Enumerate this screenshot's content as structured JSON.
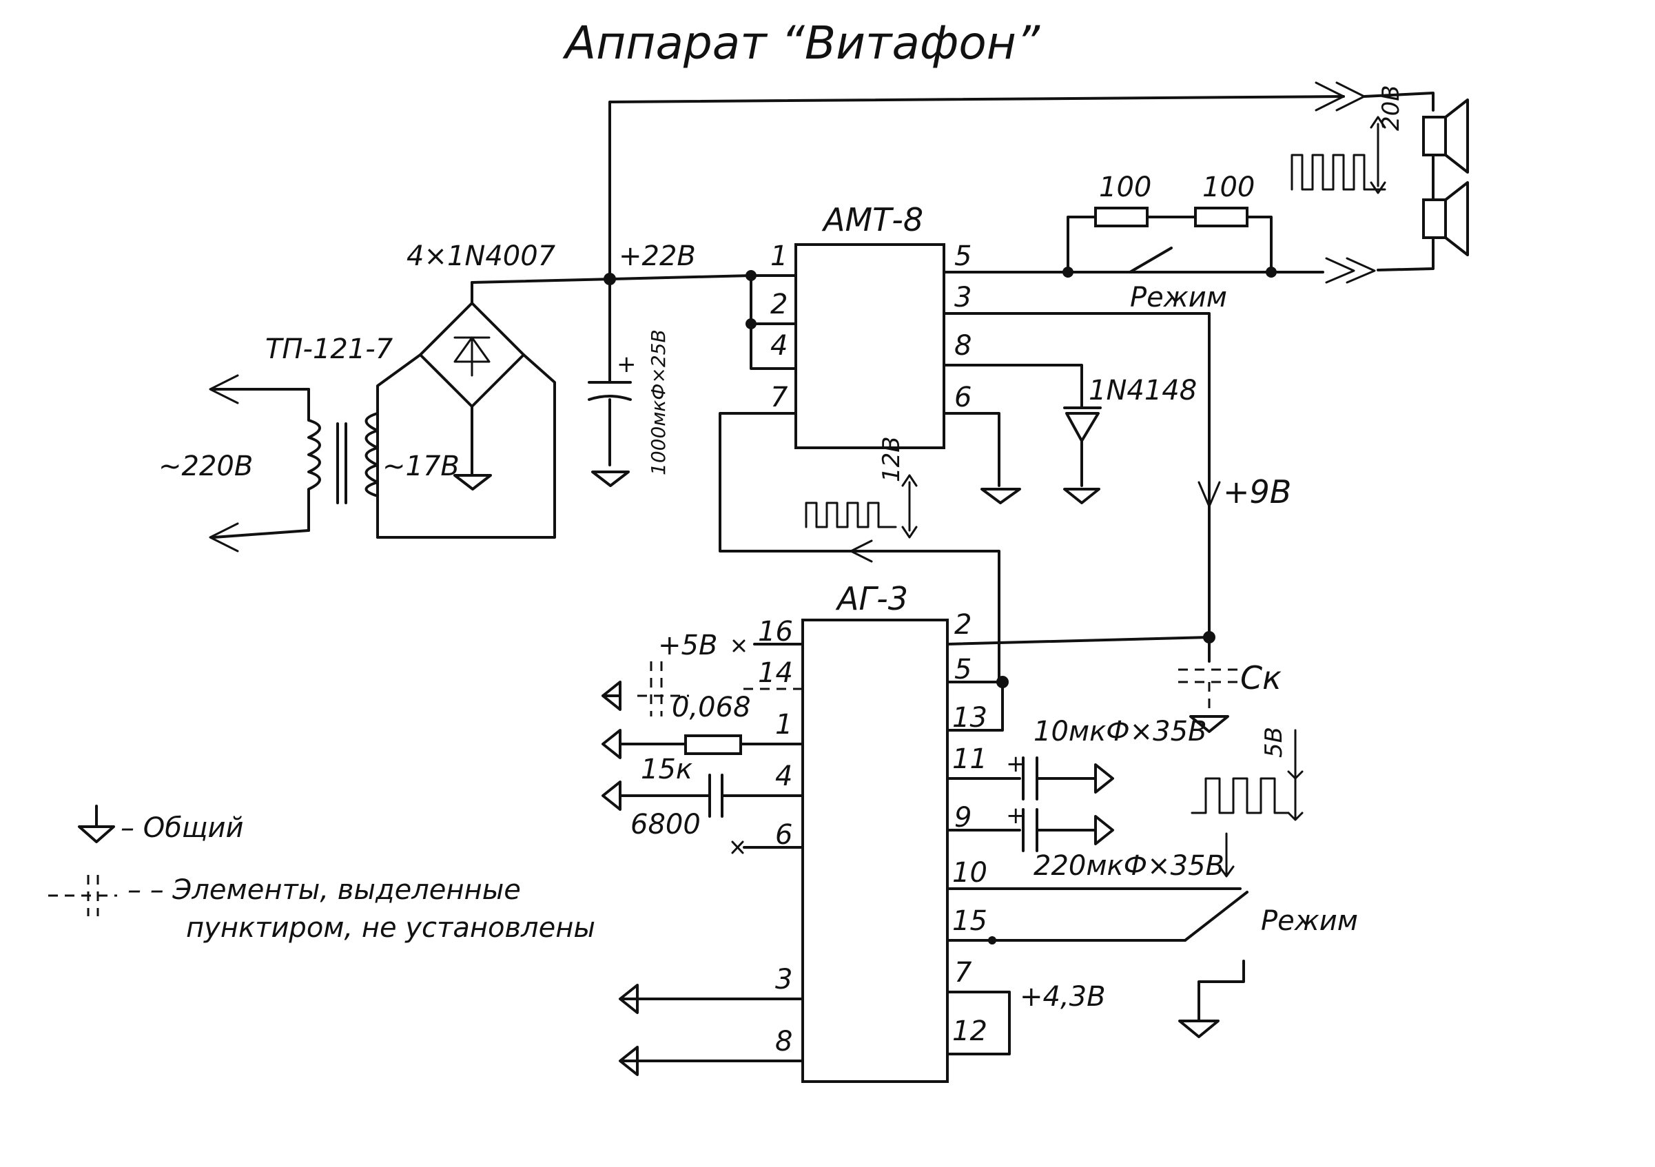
{
  "title": "Аппарат “Витафон”",
  "chips": {
    "amt": {
      "name": "АМТ-8",
      "left_pins": [
        "1",
        "2",
        "4",
        "7"
      ],
      "right_pins": [
        "5",
        "3",
        "8",
        "6"
      ]
    },
    "ag": {
      "name": "АГ-3",
      "left_pins": [
        "16",
        "14",
        "1",
        "4",
        "6",
        "3",
        "8"
      ],
      "right_pins": [
        "2",
        "5",
        "13",
        "11",
        "9",
        "10",
        "15",
        "7",
        "12"
      ]
    }
  },
  "components": {
    "diode_bridge": "4×1N4007",
    "transformer": "ТП-121-7",
    "mains": "~220В",
    "secondary": "~17В",
    "supply_rail": "+22В",
    "filter_cap": "1000мкФ×25В",
    "r1": "100",
    "r2": "100",
    "mode_switch_top": "Режим",
    "diode": "1N4148",
    "rail_9v": "+9В",
    "pulse_12v": "12В",
    "pulse_20v": "20В",
    "ck": "Cк",
    "v5": "+5В",
    "c0068": "0,068",
    "r15k": "15к",
    "c6800": "6800",
    "c10u": "10мкФ×35В",
    "c220u": "220мкФ×35В",
    "pulse_5v": "5В",
    "mode_switch_bottom": "Режим",
    "v43": "+4,3В"
  },
  "legend": {
    "common": "– Общий",
    "dashed_line1": "– – Элементы, выделенные",
    "dashed_line2": "пунктиром, не установлены"
  }
}
